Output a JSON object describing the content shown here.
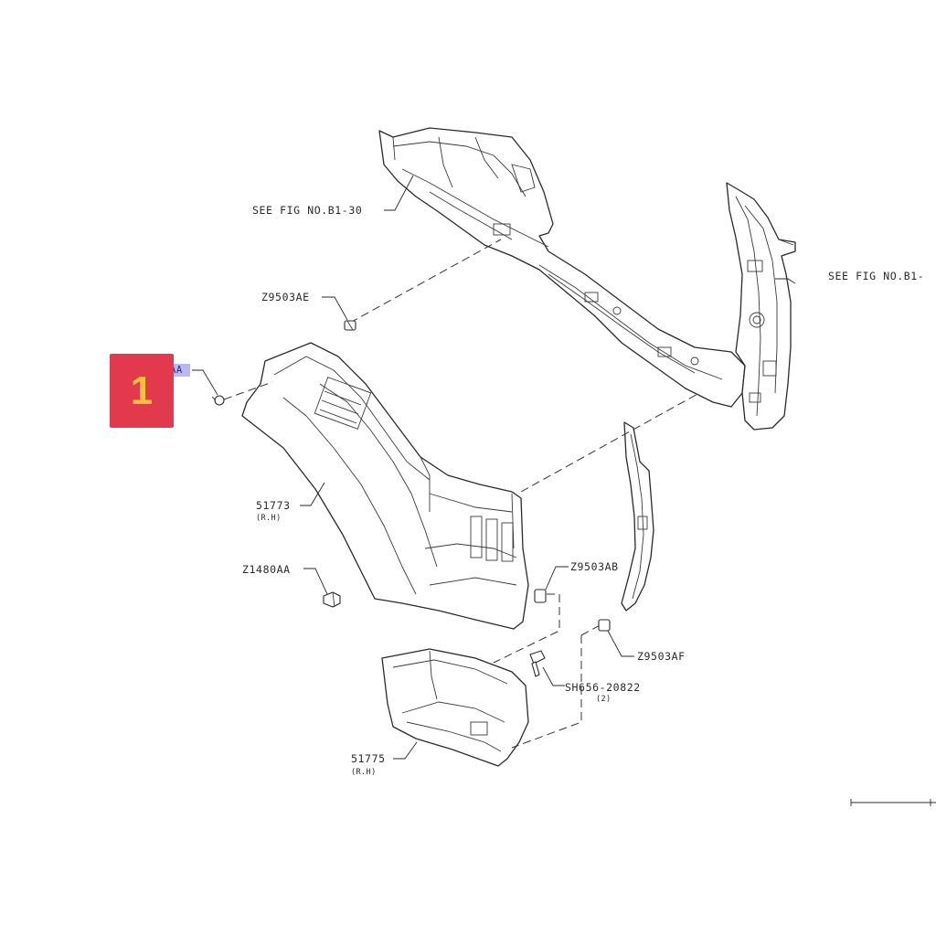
{
  "badge": {
    "number": "1",
    "color": "#e23a4c",
    "text_color": "#f7c23a"
  },
  "highlight_label": "AA",
  "labels": {
    "see_fig_top": "SEE FIG NO.B1-30",
    "see_fig_right": "SEE FIG NO.B1-",
    "z9503ae": "Z9503AE",
    "p51773": "51773",
    "p51773_side": "(R.H)",
    "z1480aa": "Z1480AA",
    "z9503ab": "Z9503AB",
    "z9503af": "Z9503AF",
    "sh656": "SH656-20822",
    "sh656_qty": "(2)",
    "p51775": "51775",
    "p51775_side": "(R.H)"
  }
}
